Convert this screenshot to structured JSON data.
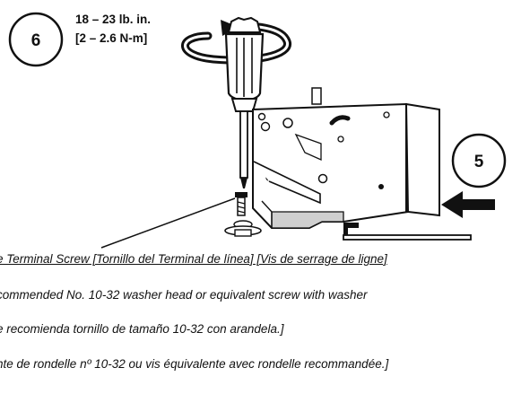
{
  "steps": {
    "step6_label": "6",
    "step5_label": "5"
  },
  "torque": {
    "line1": "18 – 23 lb. in.",
    "line2": "[2 – 2.6 N-m]"
  },
  "caption": {
    "title": "e Terminal Screw [Tornillo del Terminal de línea] [Vis de serrage de ligne]",
    "line1": "commended No. 10-32 washer head or equivalent screw with washer",
    "line2": "e recomienda tornillo de tamaño 10-32 con arandela.]",
    "line3": "nte de rondelle nº 10-32 ou vis équivalente avec rondelle recommandée.]"
  },
  "colors": {
    "ink": "#111111",
    "shade": "#cfcfcf",
    "background": "#ffffff"
  },
  "icons": {
    "rotation": "clockwise-arrow-icon",
    "push": "arrow-left-icon",
    "tool": "screwdriver-icon"
  }
}
